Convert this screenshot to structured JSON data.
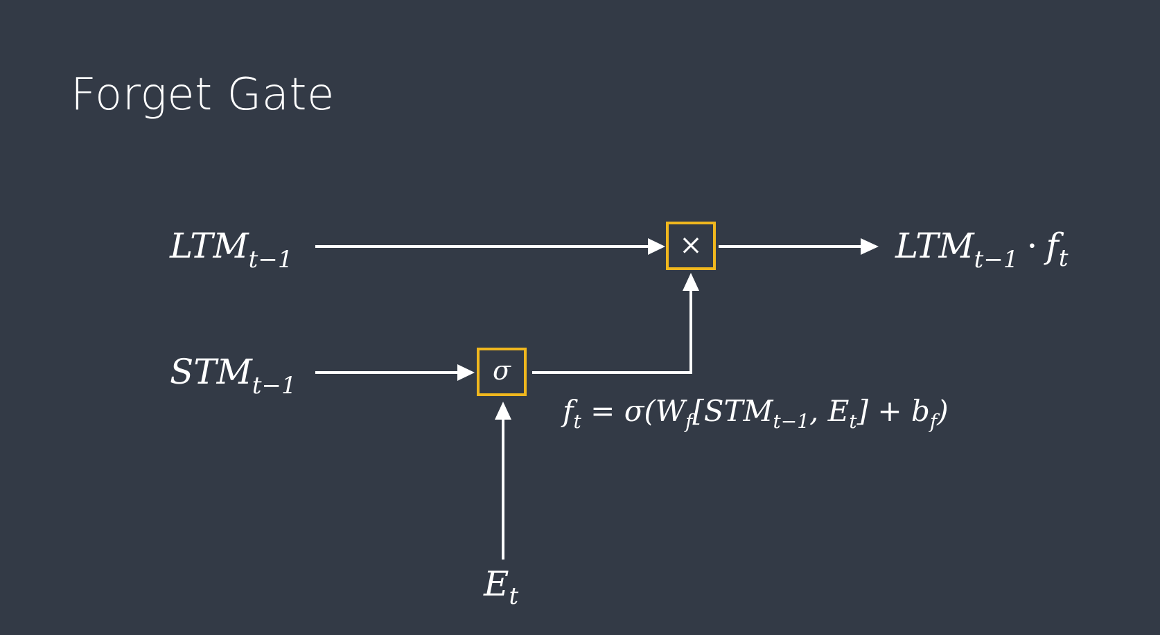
{
  "title": "Forget Gate",
  "labels": {
    "ltm_in": {
      "base": "LTM",
      "sub": "t−1"
    },
    "stm_in": {
      "base": "STM",
      "sub": "t−1"
    },
    "event_in": {
      "base": "E",
      "sub": "t"
    },
    "output": {
      "base": "LTM",
      "sub": "t−1",
      "dot": "·",
      "f": "f",
      "fsub": "t"
    }
  },
  "gates": {
    "multiply": {
      "symbol": "×"
    },
    "sigmoid": {
      "symbol": "σ"
    }
  },
  "equation": {
    "f": "f",
    "f_sub": "t",
    "eq_open": " = σ(W",
    "w_sub": "f",
    "bracket": "[STM",
    "stm_sub": "t−1",
    "comma_e": ", E",
    "e_sub": "t",
    "close_b": "] + b",
    "b_sub": "f",
    "close_p": ")"
  },
  "colors": {
    "background": "#333a46",
    "gate_border": "#f0b71e",
    "foreground": "#ffffff"
  }
}
